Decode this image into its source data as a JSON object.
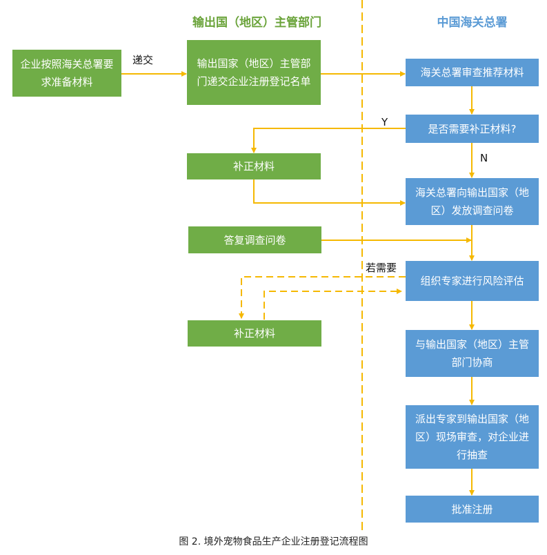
{
  "headers": {
    "left": "输出国（地区）主管部门",
    "right": "中国海关总署"
  },
  "colors": {
    "green": "#70ad47",
    "blue": "#5b9bd5",
    "arrow": "#f5b800",
    "header_green": "#6aa33a",
    "header_blue": "#5b9bd5"
  },
  "boxes": {
    "prepare": "企业按照海关总署要求准备材料",
    "submit_list": "输出国家（地区）主管部门递交企业注册登记名单",
    "review": "海关总署审查推荐材料",
    "need_supplement": "是否需要补正材料?",
    "supplement1": "补正材料",
    "questionnaire_send": "海关总署向输出国家（地区）发放调查问卷",
    "questionnaire_reply": "答复调查问卷",
    "risk_assessment": "组织专家进行风险评估",
    "supplement2": "补正材料",
    "consult": "与输出国家（地区）主管部门协商",
    "onsite": "派出专家到输出国家（地区）现场审查，对企业进行抽查",
    "approve": "批准注册"
  },
  "labels": {
    "submit": "递交",
    "yes": "Y",
    "no": "N",
    "if_needed": "若需要"
  },
  "caption": "图 2. 境外宠物食品生产企业注册登记流程图"
}
